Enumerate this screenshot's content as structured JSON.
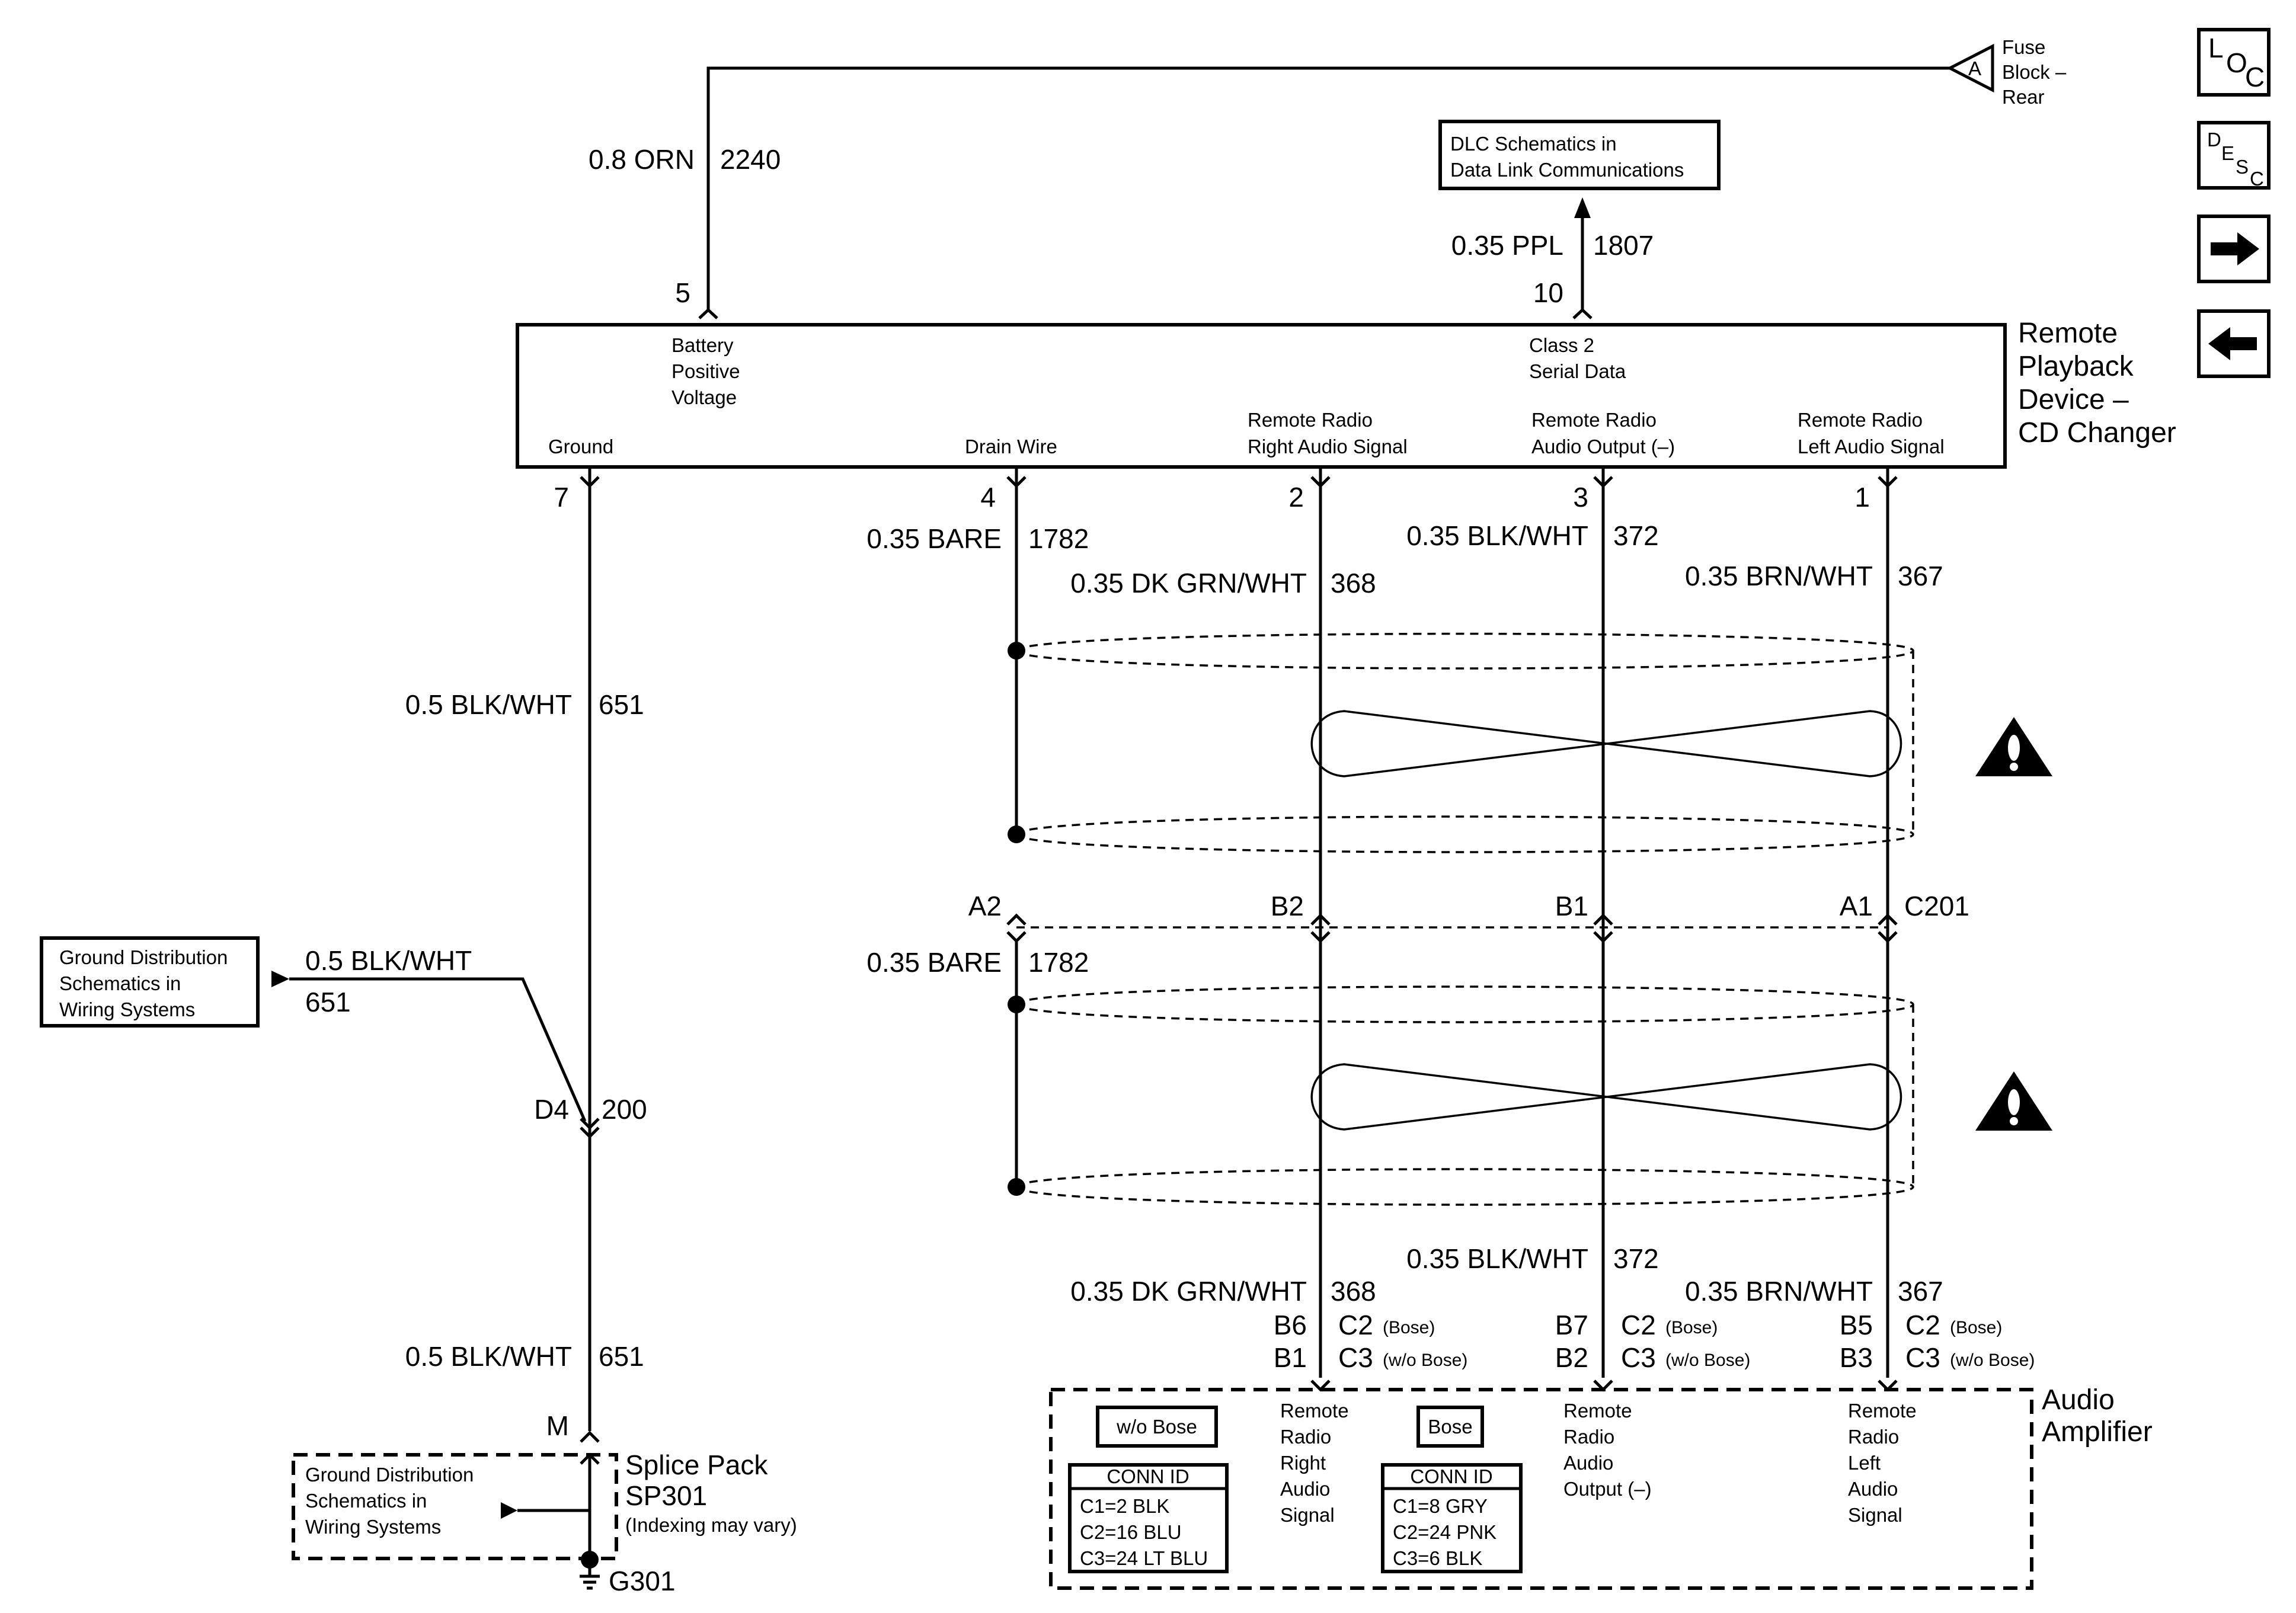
{
  "nav": {
    "loc": [
      "L",
      "O",
      "C"
    ],
    "desc": [
      "D",
      "E",
      "S",
      "C"
    ],
    "next_glyph": "➡",
    "prev_glyph": "⬅"
  },
  "fuse": {
    "pin": "A",
    "label_lines": [
      "Fuse",
      "Block –",
      "Rear"
    ]
  },
  "dlc_box": [
    "DLC Schematics in",
    "Data Link Communications"
  ],
  "top_wires": {
    "battery": {
      "gauge": "0.8 ORN",
      "circuit": "2240",
      "pin": "5"
    },
    "serial": {
      "gauge": "0.35 PPL",
      "circuit": "1807",
      "pin": "10"
    }
  },
  "cd_changer": {
    "name_lines": [
      "Remote",
      "Playback",
      "Device –",
      "CD Changer"
    ],
    "battery_lines": [
      "Battery",
      "Positive",
      "Voltage"
    ],
    "serial_lines": [
      "Class 2",
      "Serial Data"
    ],
    "ground": "Ground",
    "drain": "Drain Wire",
    "right_lines": [
      "Remote Radio",
      "Right Audio Signal"
    ],
    "output_lines": [
      "Remote Radio",
      "Audio Output (–)"
    ],
    "left_lines": [
      "Remote Radio",
      "Left Audio Signal"
    ]
  },
  "lower_pins": {
    "ground": "7",
    "drain": "4",
    "right": "2",
    "output": "3",
    "left": "1"
  },
  "wires": {
    "bare": {
      "gauge": "0.35 BARE",
      "circuit": "1782"
    },
    "right": {
      "gauge": "0.35 DK GRN/WHT",
      "circuit": "368"
    },
    "output": {
      "gauge": "0.35 BLK/WHT",
      "circuit": "372"
    },
    "left": {
      "gauge": "0.35 BRN/WHT",
      "circuit": "367"
    },
    "ground": {
      "gauge": "0.5 BLK/WHT",
      "circuit": "651"
    }
  },
  "c201": {
    "connector": "C201",
    "drain": "A2",
    "right": "B2",
    "output": "B1",
    "left": "A1"
  },
  "gnd_dist_left": [
    "Ground Distribution",
    "Schematics in",
    "Wiring Systems"
  ],
  "gnd_dist_gauge": "0.5 BLK/WHT",
  "gnd_dist_circuit": "651",
  "splice_200": {
    "pin": "D4",
    "connector": "200"
  },
  "splice_pack": {
    "pin": "M",
    "name": "Splice Pack",
    "id": "SP301",
    "note": "(Indexing may vary)"
  },
  "gnd_dist_splice": [
    "Ground Distribution",
    "Schematics in",
    "Wiring Systems"
  ],
  "ground_id": "G301",
  "amp_pins": {
    "right": {
      "bose_pin": "B6",
      "nobose_pin": "B1"
    },
    "output": {
      "bose_pin": "B7",
      "nobose_pin": "B2"
    },
    "left": {
      "bose_pin": "B5",
      "nobose_pin": "B3"
    },
    "c2": "C2",
    "c3": "C3",
    "bose_note": "(Bose)",
    "nobose_note": "(w/o Bose)"
  },
  "amplifier": {
    "name_lines": [
      "Audio",
      "Amplifier"
    ],
    "wo_bose": "w/o Bose",
    "bose": "Bose",
    "conn_id": "CONN ID",
    "wo_bose_conns": [
      "C1=2 BLK",
      "C2=16 BLU",
      "C3=24 LT BLU"
    ],
    "bose_conns": [
      "C1=8 GRY",
      "C2=24 PNK",
      "C3=6 BLK"
    ],
    "right_lines": [
      "Remote",
      "Radio",
      "Right",
      "Audio",
      "Signal"
    ],
    "output_lines": [
      "Remote",
      "Radio",
      "Audio",
      "Output (–)"
    ],
    "left_lines": [
      "Remote",
      "Radio",
      "Left",
      "Audio",
      "Signal"
    ]
  }
}
